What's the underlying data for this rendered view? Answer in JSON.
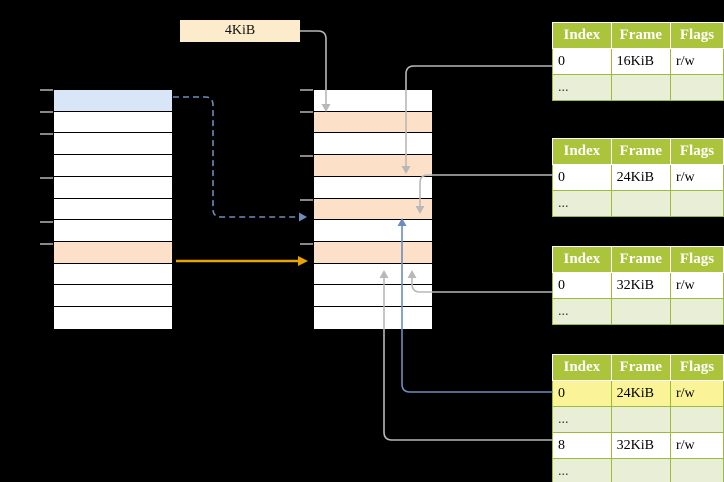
{
  "diagram": {
    "title_label": "4KiB",
    "background": "#000000",
    "colors": {
      "header_green": "#aac53c",
      "alt_row_green": "#e9efd7",
      "highlight_yellow": "#faf398",
      "peach": "#fce0c8",
      "blue_row": "#d9e6f8",
      "orange_arrow": "#e8a400",
      "blue_arrow": "#6c8ebf",
      "grey_arrow": "#b3b3b3"
    },
    "left_column": {
      "rows": 11,
      "highlighted": [
        {
          "index": 0,
          "color": "blue"
        },
        {
          "index": 7,
          "color": "peach"
        }
      ]
    },
    "middle_column": {
      "rows": 11,
      "highlighted": [
        {
          "index": 1,
          "color": "peach"
        },
        {
          "index": 3,
          "color": "peach"
        },
        {
          "index": 5,
          "color": "peach"
        },
        {
          "index": 7,
          "color": "peach"
        }
      ]
    },
    "page_tables": [
      {
        "name": "page-table-1",
        "headers": [
          "Index",
          "Frame",
          "Flags"
        ],
        "rows": [
          {
            "cells": [
              "0",
              "16KiB",
              "r/w"
            ],
            "alt": false,
            "highlight": []
          },
          {
            "cells": [
              "...",
              "",
              ""
            ],
            "alt": true,
            "highlight": []
          }
        ]
      },
      {
        "name": "page-table-2",
        "headers": [
          "Index",
          "Frame",
          "Flags"
        ],
        "rows": [
          {
            "cells": [
              "0",
              "24KiB",
              "r/w"
            ],
            "alt": false,
            "highlight": []
          },
          {
            "cells": [
              "...",
              "",
              ""
            ],
            "alt": true,
            "highlight": []
          }
        ]
      },
      {
        "name": "page-table-3",
        "headers": [
          "Index",
          "Frame",
          "Flags"
        ],
        "rows": [
          {
            "cells": [
              "0",
              "32KiB",
              "r/w"
            ],
            "alt": false,
            "highlight": []
          },
          {
            "cells": [
              "...",
              "",
              ""
            ],
            "alt": true,
            "highlight": []
          }
        ]
      },
      {
        "name": "page-table-4",
        "headers": [
          "Index",
          "Frame",
          "Flags"
        ],
        "rows": [
          {
            "cells": [
              "0",
              "24KiB",
              "r/w"
            ],
            "alt": false,
            "highlight": [
              0,
              1,
              2
            ]
          },
          {
            "cells": [
              "...",
              "",
              ""
            ],
            "alt": true,
            "highlight": []
          },
          {
            "cells": [
              "8",
              "32KiB",
              "r/w"
            ],
            "alt": false,
            "highlight": []
          },
          {
            "cells": [
              "...",
              "",
              ""
            ],
            "alt": true,
            "highlight": []
          }
        ]
      }
    ]
  }
}
